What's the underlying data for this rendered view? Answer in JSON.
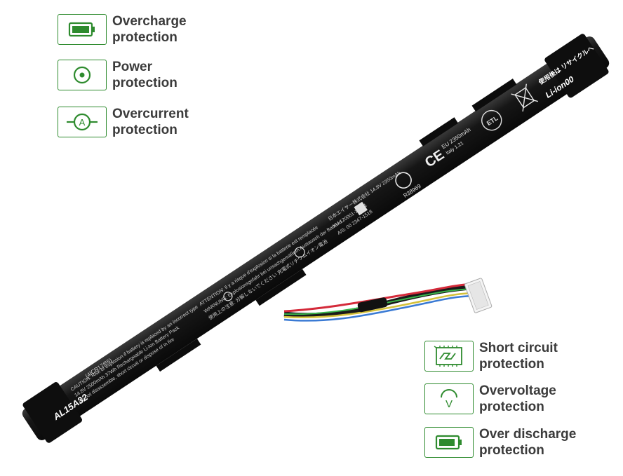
{
  "features_left": [
    {
      "label": "Overcharge\nprotection",
      "icon": "battery-full-icon"
    },
    {
      "label": "Power\nprotection",
      "icon": "power-icon"
    },
    {
      "label": "Overcurrent\nprotection",
      "icon": "ammeter-icon"
    }
  ],
  "features_right": [
    {
      "label": "Short circuit\nprotection",
      "icon": "circuit-board-icon"
    },
    {
      "label": "Overvoltage\nprotection",
      "icon": "voltage-icon"
    },
    {
      "label": "Over discharge\nprotection",
      "icon": "battery-low-icon"
    }
  ],
  "battery": {
    "model": "AL15A32",
    "cell_type": "(4ICR17/65)",
    "spec": "14.8V 2500mAh 37Wh",
    "eu_label": "EU 2350mAh",
    "code": "R38969",
    "recycle_text": "使用後は\nリサイクルへ",
    "chemistry": "Li-ion00",
    "origin": "Italy 1.21"
  },
  "colors": {
    "accent_green": "#2e8b2e",
    "label_text": "#3b3b3b",
    "battery_body": "#141414",
    "wire_red": "#d42a3a"
  }
}
